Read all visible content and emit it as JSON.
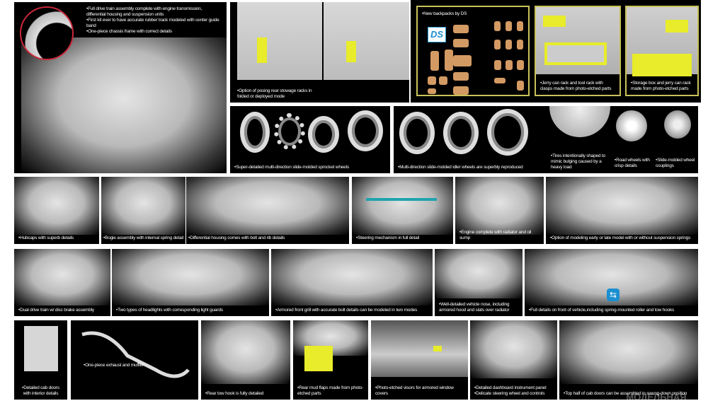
{
  "panels": {
    "drive_train": [
      "Full drive train assembly complete with engine transmission, differential housing and suspension units",
      "First kit ever to have accurate rubber track modeled with center guide band",
      "One-piece chassis frame with correct details"
    ],
    "stowage": "Option of posing rear stowage racks in folded or deployed mode",
    "backpacks": "New backpacks by DS",
    "ds_logo": "DS",
    "jerry_rack": "Jerry can rack and tool rack with clasps made from photo-etched parts",
    "storage_box": "Storage box and jerry can rack made from photo-etched parts",
    "sprocket": "Super-detailed multi-direction slide-molded sprocket wheels",
    "idler": "Multi-direction slide-molded idler wheels are superbly reproduced",
    "tires": "Tires intentionally shaped to mimic bulging caused by a heavy load",
    "road_wheels": "Road wheels with crisp details",
    "couplings": "Slide-molded wheel couplings",
    "hubcaps": "Hubcaps with superb details",
    "bogie": "Bogie assembly with internal spring detail",
    "differential": "Differential housing comes with bolt and rib details",
    "steering": "Steering mechanism in full detail",
    "engine": "Engine complete with radiator and oil sump",
    "suspension": "Option of modeling early or late model with or without suspension springs",
    "dual_drive": "Dual drive train w/ disc brake assembly",
    "headlights": "Two types of headlights with corresponding light guards",
    "grill": "Armored front grill with accurate bolt details can be modeled in two modes",
    "nose": "Well-detailed vehicle nose, including armored hood and slats over radiator",
    "front": "Full details on front of vehicle,including spring-mounted roller and tow hooks",
    "cab_doors": "Detailed cab doors with interior details",
    "exhaust": "One-piece exhaust and muffler",
    "tow_hook": "Rear tow hook is fully detailed",
    "mud_flaps": "Rear mud flaps made from photo-etched parts",
    "visors": "Photo-etched visors for armored window covers",
    "dashboard": [
      "Detailed dashboard instrument panel",
      "Delicate steering wheel and controls"
    ],
    "top_half": "Top half of cab doors can be assembled in swung-down position"
  },
  "watermark": "МОДЕЛЬНАЯ ЛАВКА",
  "colors": {
    "accent_yellow": "#e8ec2a",
    "frame_gold": "#c9c15a",
    "ds_blue": "#1b8fd0"
  }
}
